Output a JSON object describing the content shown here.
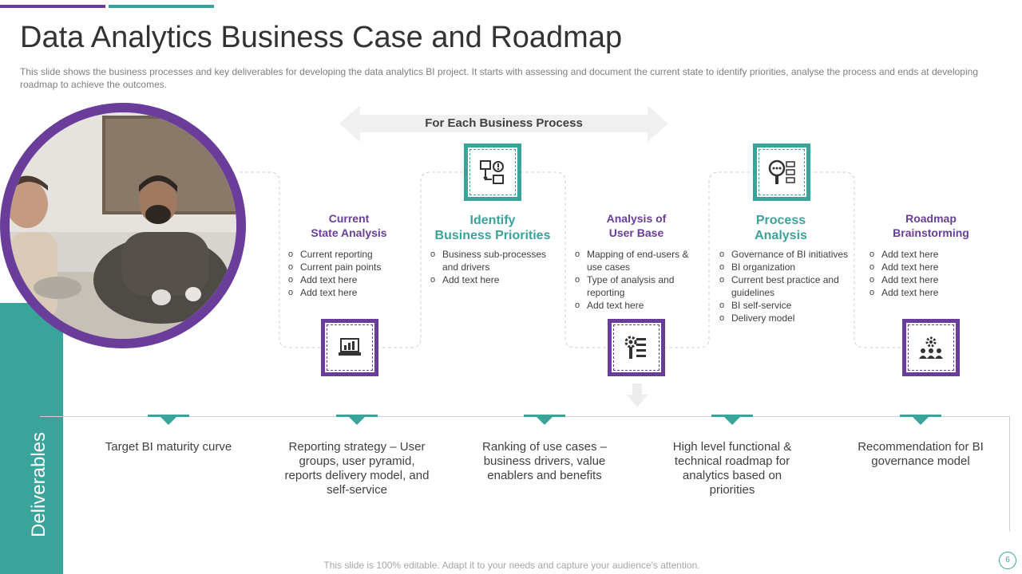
{
  "title": "Data Analytics Business Case and Roadmap",
  "subtitle": "This slide shows the business processes and key deliverables  for developing  the data analytics BI project. It starts with assessing and document the current state to identify priorities, analyse the process and ends at developing  roadmap to achieve  the outcomes.",
  "process_label": "For Each Business Process",
  "steps": [
    {
      "title_line1": "Current",
      "title_line2": "State Analysis",
      "bullets": [
        "Current  reporting",
        "Current  pain points",
        "Add text here",
        "Add text here"
      ]
    },
    {
      "title_line1": "Identify",
      "title_line2": "Business  Priorities",
      "bullets": [
        "Business sub-processes and drivers",
        "Add text here"
      ]
    },
    {
      "title_line1": "Analysis of",
      "title_line2": "User Base",
      "bullets": [
        "Mapping of end-users & use cases",
        "Type of analysis and reporting",
        "Add text here"
      ]
    },
    {
      "title_line1": "Process",
      "title_line2": "Analysis",
      "bullets": [
        "Governance  of BI initiatives",
        "BI organization",
        "Current  best practice and guidelines",
        "BI self-service",
        "Delivery  model"
      ]
    },
    {
      "title_line1": "Roadmap",
      "title_line2": "Brainstorming",
      "bullets": [
        "Add text here",
        "Add text here",
        "Add text here",
        "Add text here"
      ]
    }
  ],
  "deliverables_label": "Deliverables",
  "deliverables": [
    "Target BI maturity curve",
    "Reporting strategy – User groups, user pyramid, reports delivery model, and self-service",
    "Ranking of use cases – business drivers, value enablers and benefits",
    "High level functional & technical roadmap for analytics based on priorities",
    "Recommendation for BI governance model"
  ],
  "icons": [
    "laptop-chart-icon",
    "decision-flow-icon",
    "gear-checklist-icon",
    "magnifier-list-icon",
    "gear-team-icon"
  ],
  "colors": {
    "purple": "#6a3d9a",
    "teal": "#3aa39a",
    "gray_arrow": "#f0f0f0"
  },
  "footer": "This slide is 100% editable. Adapt it to your needs and capture your audience's attention.",
  "page_number": "6"
}
